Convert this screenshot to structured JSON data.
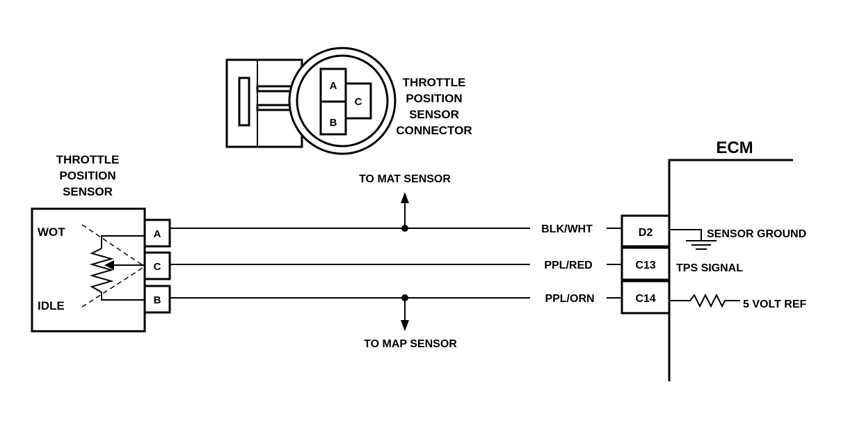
{
  "connector": {
    "title_lines": [
      "THROTTLE",
      "POSITION",
      "SENSOR",
      "CONNECTOR"
    ],
    "pins": [
      "A",
      "C",
      "B"
    ]
  },
  "sensor": {
    "title_lines": [
      "THROTTLE",
      "POSITION",
      "SENSOR"
    ],
    "wot_label": "WOT",
    "idle_label": "IDLE",
    "pins": [
      "A",
      "C",
      "B"
    ]
  },
  "wires": [
    {
      "color_label": "BLK/WHT",
      "ecm_pin": "D2",
      "function": "SENSOR GROUND"
    },
    {
      "color_label": "PPL/RED",
      "ecm_pin": "C13",
      "function": "TPS  SIGNAL"
    },
    {
      "color_label": "PPL/ORN",
      "ecm_pin": "C14",
      "function": "5 VOLT REF"
    }
  ],
  "taps": {
    "upper": "TO MAT SENSOR",
    "lower": "TO MAP SENSOR"
  },
  "ecm": {
    "label": "ECM"
  }
}
